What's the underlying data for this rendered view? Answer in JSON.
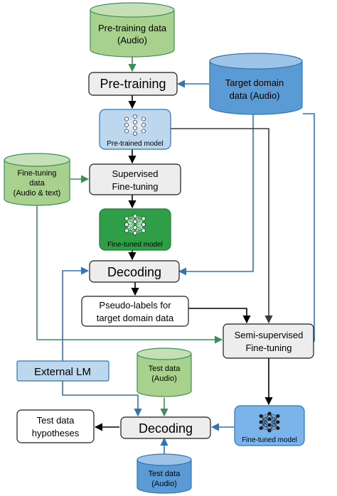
{
  "nodes": {
    "pretrain_data": {
      "line1": "Pre-training data",
      "line2": "(Audio)"
    },
    "pretraining": {
      "label": "Pre-training"
    },
    "target_domain": {
      "line1": "Target domain",
      "line2": "data (Audio)"
    },
    "pretrained_model": {
      "label": "Pre-trained model"
    },
    "finetune_data": {
      "line1": "Fine-tuning",
      "line2": "data",
      "line3": "(Audio & text)"
    },
    "supervised_ft": {
      "line1": "Supervised",
      "line2": "Fine-tuning"
    },
    "finetuned_model_1": {
      "label": "Fine-tuned model"
    },
    "decoding_1": {
      "label": "Decoding"
    },
    "pseudo_labels": {
      "line1": "Pseudo-labels for",
      "line2": "target domain data"
    },
    "semi_supervised": {
      "line1": "Semi-supervised",
      "line2": "Fine-tuning"
    },
    "external_lm": {
      "label": "External LM"
    },
    "test_data_top": {
      "line1": "Test data",
      "line2": "(Audio)"
    },
    "test_hypotheses": {
      "line1": "Test data",
      "line2": "hypotheses"
    },
    "decoding_2": {
      "label": "Decoding"
    },
    "finetuned_model_2": {
      "label": "Fine-tuned model"
    },
    "test_data_bottom": {
      "line1": "Test data",
      "line2": "(Audio)"
    }
  },
  "colors": {
    "green_light": "#a9d18e",
    "green_dark": "#2e9e47",
    "blue_cylinder": "#5b9bd5",
    "blue_light": "#bdd7ee",
    "blue_model": "#7ab4ea",
    "gray_box": "#ededed",
    "arrow_blue": "#2e75b6",
    "arrow_green": "#3a8f5a",
    "arrow_black": "#000000",
    "arrow_gray": "#3a3a3a"
  }
}
